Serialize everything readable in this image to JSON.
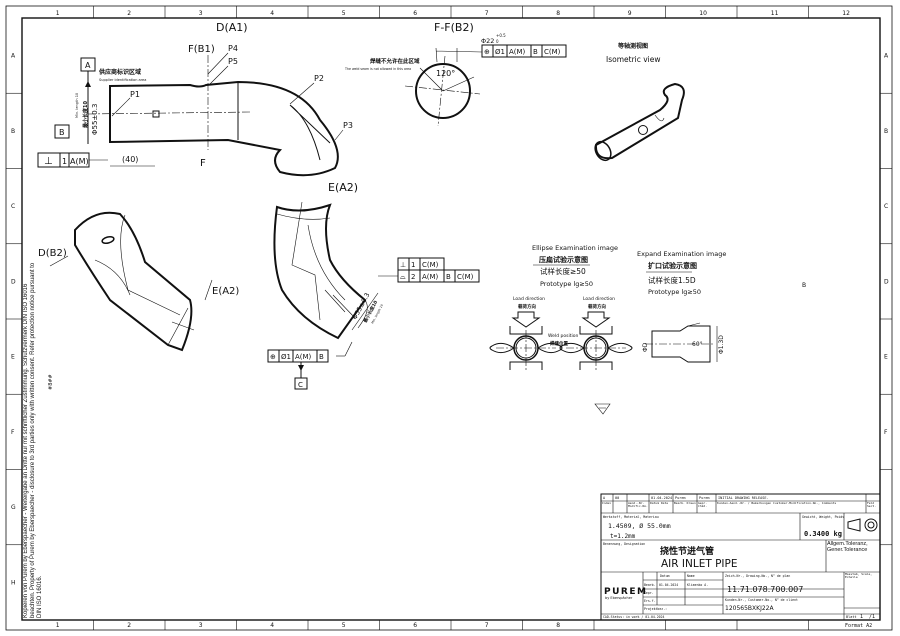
{
  "frame": {
    "columns": [
      "1",
      "2",
      "3",
      "4",
      "5",
      "6",
      "7",
      "8",
      "9",
      "10",
      "11",
      "12"
    ],
    "rows": [
      "A",
      "B",
      "C",
      "D",
      "E",
      "F",
      "G",
      "H"
    ],
    "side_note": "Kopieren von Purem by Eberspaecher - Weitergabe an Dritte nur mit schriftlicher Zustimmung. Schutzvermerk DIN ISO 16016 beachten. Property of Purem by Eberspaecher - disclosure to 3rd parties only with written consent. Refer protection notice pursuant to DIN ISO 16016.",
    "side_code": "#8##"
  },
  "views": {
    "d_title": "D(A1)",
    "d_section": "F(B1)",
    "d_section_end": "F",
    "points": [
      "P1",
      "P2",
      "P3",
      "P4",
      "P5"
    ],
    "datum_a": "A",
    "datum_b": "B",
    "datum_c": "C",
    "supplier_zh": "供应商标识区域",
    "supplier_en": "Supplier identification area",
    "dia_d": "Φ55±0.3",
    "min_len_zh": "最小长度10",
    "min_len_en": "Min. length 10",
    "len_40": "(40)",
    "fcf_d": [
      "⊥",
      "1",
      "A(M)"
    ],
    "ff_title": "F-F(B2)",
    "weld_zh": "焊缝不允许在此区域",
    "weld_en": "The weld seam is not allowed in this area",
    "angle_120": "120°",
    "hole_dia": "Φ22",
    "hole_tol_upper": "+0.5",
    "hole_tol_lower": "0",
    "fcf_ff": [
      "⊕",
      "Ø1",
      "A(M)",
      "B",
      "C(M)"
    ],
    "iso_zh": "等轴测视图",
    "iso_en": "Isometric view",
    "db2_label": "D(B2)",
    "ea2_arrow_label": "E(A2)",
    "e_title": "E(A2)",
    "fcf_e1": [
      "⊥",
      "1",
      "C(M)"
    ],
    "fcf_e2": [
      "⌓",
      "2",
      "A(M)",
      "B",
      "C(M)"
    ],
    "fcf_e3": [
      "⊕",
      "Ø1",
      "A(M)",
      "B"
    ],
    "dia_e": "Φ55±0.3",
    "min_len_e_zh": "最小长度10",
    "min_len_e_en": "Min. length 10"
  },
  "tests": {
    "ellipse_title": "Ellipse Examination image",
    "ellipse_zh": "压扁试验示意图",
    "ellipse_len": "试样长度≥50",
    "ellipse_proto": "Prototype lg≥50",
    "load_en": "Load direction",
    "load_zh": "载荷方向",
    "weld_pos_en": "Weld position",
    "weld_pos_zh": "焊缝位置",
    "expand_title": "Expand Examination image",
    "expand_zh": "扩口试验示意图",
    "expand_len": "试样长度1.5D",
    "expand_proto": "Prototype lg≥50",
    "phi_d": "ΦD",
    "angle_60": "60°",
    "phi_13d": "Φ1.3D",
    "marker_b": "B"
  },
  "title_block": {
    "rev": {
      "index": "A",
      "aend": "00",
      "date": "01.04.2024",
      "bearb": "Purem",
      "gepr": "Purem",
      "note": "INITIAL DRAWING RELEASE."
    },
    "rev_header": {
      "index": "Index",
      "aend": "Aend.-Nr. Modific.No.",
      "date": "Datum Date",
      "bearb": "Bearb. Drawn",
      "gepr": "Gepr. Chkd.",
      "note": "Kunden-Aend.-Nr. / Bemerkungen Customer-Modification-No., Comments",
      "feld": "Feld Sect."
    },
    "material_label": "Werkstoff, Material, Materiau",
    "material": "1.4509, Ø 55.0mm",
    "thickness": "t=1.2mm",
    "weight_label": "Gewicht, Weight, Poids",
    "weight": "0.3400 kg",
    "designation_label": "Benennung, Designation",
    "designation_zh": "挠性节进气管",
    "designation": "AIR INLET PIPE",
    "tolerance_label": "Allgem.Toleranz, Gener.Tolerance",
    "logo": "PUREM",
    "logo_sub": "by Eberspächer",
    "col_datum": "Datum",
    "col_name": "Name",
    "row_bearb": "Bearb.",
    "row_gepr": "Gepr.",
    "row_ers": "Ers.f.",
    "row_proj": "Projektbez.:",
    "drawn_date": "01.04.2024",
    "drawn_name": "Klimenko A.",
    "drawing_no_label": "Zeich-Nr., Drawing-No., N° de plan",
    "drawing_no": "11.71.078.700.007",
    "customer_no_label": "Kunden-Nr., Customer-No., N° de client",
    "customer_no": "120565BXKJ22A",
    "scale_label": "Masstab, Scale, Echelle",
    "cad_status": "CAD-Status: in work / 01.04.2024",
    "sheet_label": "Blatt",
    "sheet": "1",
    "sheets": "/1",
    "format": "Format A2"
  }
}
